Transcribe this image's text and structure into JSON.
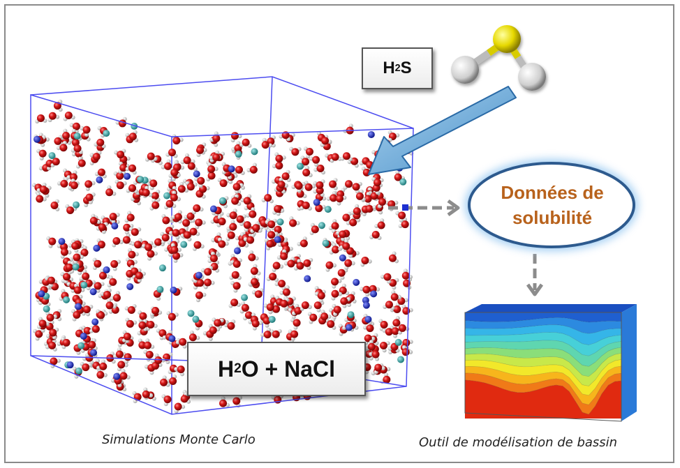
{
  "h2s_label": {
    "main": "H",
    "sub": "2",
    "tail": "S"
  },
  "solvent_label": {
    "h": "H",
    "sub": "2",
    "rest": "O + NaCl"
  },
  "ellipse": {
    "line1": "Données de",
    "line2": "solubilité"
  },
  "captions": {
    "left": "Simulations Monte Carlo",
    "right": "Outil de modélisation de bassin"
  },
  "colors": {
    "box_edges": "#4c4cf0",
    "oxygen": "#d41616",
    "hydrogen": "#e6e6e6",
    "sodium": "#2fa3a3",
    "chloride": "#1c2fd0",
    "sulfur": "#f0e000",
    "ellipse_stroke": "#2d5a8e",
    "ellipse_text": "#b8621c",
    "arrow_gray": "#8c8c8c",
    "arrow_blue": "#7fb6dd"
  },
  "basin_layer_colors": [
    "#1f5fd0",
    "#2c8ae0",
    "#35b5e8",
    "#47d0d8",
    "#5fd6b0",
    "#8ade7a",
    "#c8e84a",
    "#f2e82a",
    "#f7b51c",
    "#f07a18",
    "#e02a10"
  ]
}
